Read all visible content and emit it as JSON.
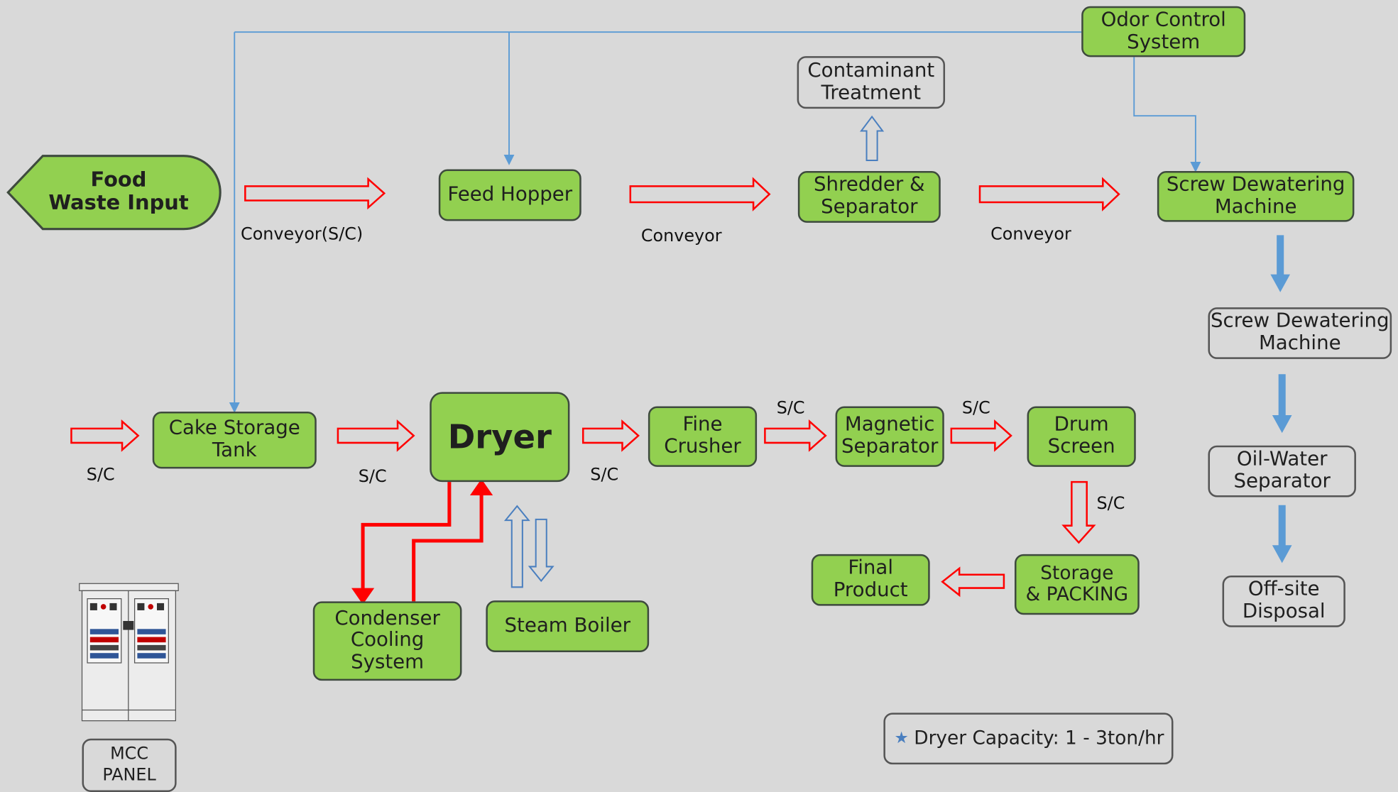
{
  "nodes": {
    "food_waste_input": "Food\nWaste Input",
    "feed_hopper": "Feed Hopper",
    "shredder": "Shredder &\nSeparator",
    "contaminant": "Contaminant\nTreatment",
    "odor_control": "Odor Control\nSystem",
    "screw_dewatering_1": "Screw Dewatering\nMachine",
    "screw_dewatering_2": "Screw Dewatering\nMachine",
    "oil_water": "Oil-Water\nSeparator",
    "offsite": "Off-site\nDisposal",
    "cake_storage": "Cake Storage\nTank",
    "dryer": "Dryer",
    "fine_crusher": "Fine\nCrusher",
    "magnetic": "Magnetic\nSeparator",
    "drum_screen": "Drum\nScreen",
    "storage_packing": "Storage\n& PACKING",
    "final_product": "Final\nProduct",
    "condenser": "Condenser\nCooling System",
    "steam_boiler": "Steam Boiler",
    "mcc_panel": "MCC\nPANEL"
  },
  "labels": {
    "conveyor_sc": "Conveyor(S/C)",
    "conveyor_1": "Conveyor",
    "conveyor_2": "Conveyor",
    "sc_1": "S/C",
    "sc_2": "S/C",
    "sc_3": "S/C",
    "sc_4": "S/C",
    "sc_5": "S/C",
    "sc_6": "S/C"
  },
  "note": {
    "star": "★",
    "text": "Dryer Capacity: 1 - 3ton/hr"
  },
  "colors": {
    "green": "#92d050",
    "red_arrow": "#ff0000",
    "blue_line": "#5b9bd5",
    "background": "#d9d9d9"
  }
}
